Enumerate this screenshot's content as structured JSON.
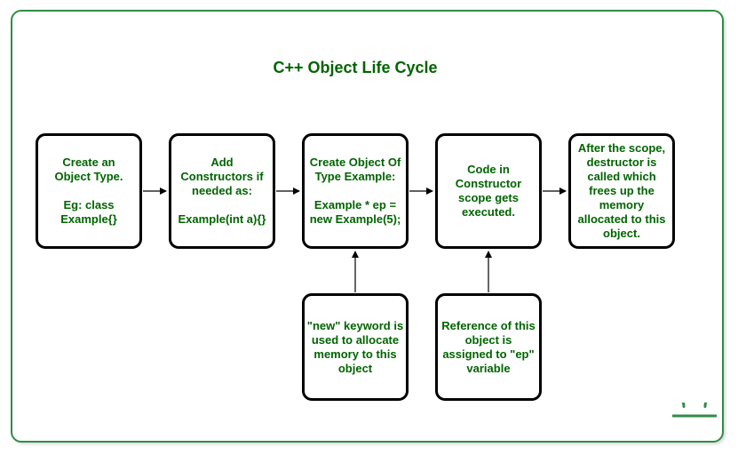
{
  "title": "C++ Object Life Cycle",
  "colors": {
    "text_green": "#006400",
    "frame_green": "#2f8d46",
    "box_border": "#000000",
    "arrow": "#000000"
  },
  "boxes": [
    {
      "text": "Create an\nObject Type.\n\nEg: class\nExample{}"
    },
    {
      "text": "Add\nConstructors if\nneeded as:\n\nExample(int a){}"
    },
    {
      "text": "Create Object Of\nType Example:\n\nExample * ep =\nnew Example(5);"
    },
    {
      "text": "Code in\nConstructor\nscope gets\nexecuted."
    },
    {
      "text": "After the scope,\ndestructor is\ncalled which\nfrees up the\nmemory\nallocated to this\nobject."
    },
    {
      "text": "\"new\" keyword is\nused to allocate\nmemory to this\nobject"
    },
    {
      "text": "Reference of this\nobject  is\nassigned to \"ep\"\nvariable"
    }
  ],
  "logo": {
    "icon": "geeksforgeeks-logo-icon",
    "color": "#2f8d46"
  }
}
